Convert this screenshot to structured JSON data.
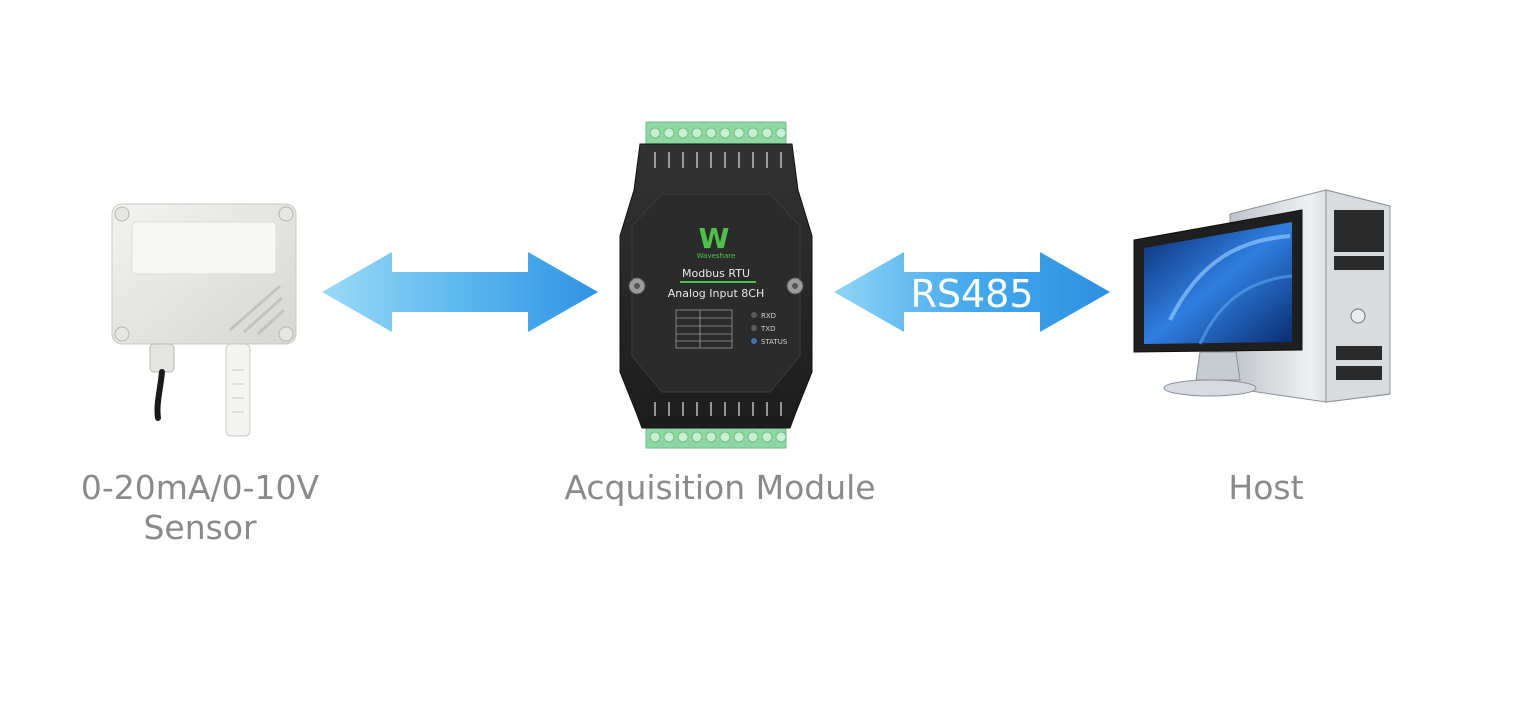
{
  "diagram": {
    "nodes": [
      {
        "id": "sensor",
        "caption_lines": [
          "0-20mA/0-10V",
          "Sensor"
        ]
      },
      {
        "id": "module",
        "caption_lines": [
          "Acquisition Module"
        ]
      },
      {
        "id": "host",
        "caption_lines": [
          "Host"
        ]
      }
    ],
    "links": [
      {
        "from": "sensor",
        "to": "module",
        "direction": "bidirectional",
        "label": ""
      },
      {
        "from": "module",
        "to": "host",
        "direction": "bidirectional",
        "label": "RS485"
      }
    ],
    "module_device": {
      "brand": "Waveshare",
      "line1": "Modbus RTU",
      "line2": "Analog Input 8CH",
      "leds": [
        "RXD",
        "TXD",
        "STATUS"
      ]
    },
    "colors": {
      "arrow_light": "#8fd6f6",
      "arrow_dark": "#2a8fe0",
      "caption": "#8a8a8a",
      "module_body": "#262626",
      "terminal_green": "#8fd7a2",
      "brand_green": "#4cc24a"
    }
  }
}
